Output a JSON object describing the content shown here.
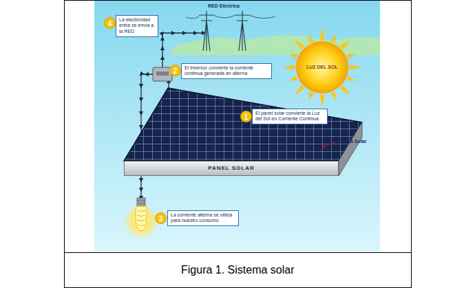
{
  "diagram": {
    "caption": "Figura 1. Sistema solar",
    "nodes": [
      {
        "text": [
          "La electricidad entra se envía a la RED"
        ]
      },
      {
        "text": [
          "El inversor convierte la corriente continua generada en alterna"
        ]
      },
      {
        "text": [
          "El panel solar convierte la Luz del Sol en Corriente Continua"
        ]
      },
      {
        "text": [
          "PANEL SOLAR"
        ]
      },
      {
        "text": [
          "La corriente alterna se utiliza para nuestro consumo"
        ]
      }
    ],
    "labels": [
      "RED Eléctrica",
      "4",
      "2",
      "LUZ DEL SOL",
      "1",
      "Célula Solar",
      "3"
    ]
  }
}
